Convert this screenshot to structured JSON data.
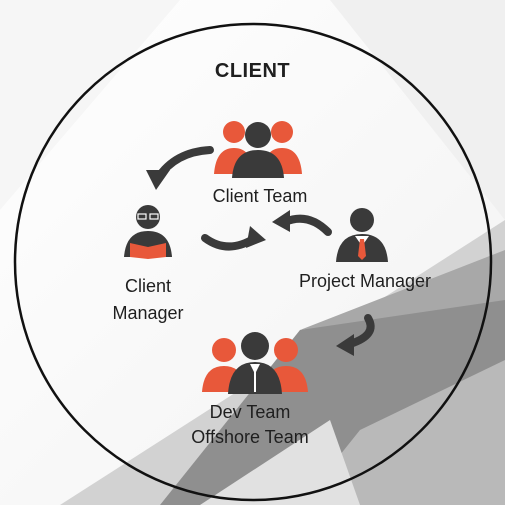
{
  "title": "CLIENT",
  "nodes": {
    "client_team": {
      "label": "Client Team",
      "icon": "client-team-group-icon"
    },
    "client_manager": {
      "label_line1": "Client",
      "label_line2": "Manager",
      "icon": "reading-person-icon"
    },
    "project_manager": {
      "label": "Project Manager",
      "icon": "businessman-icon"
    },
    "dev_team": {
      "label_line1": "Dev Team",
      "label_line2": "Offshore Team",
      "icon": "dev-team-group-icon"
    }
  },
  "colors": {
    "accent": "#e8583a",
    "dark": "#3a3a3a",
    "circle_stroke": "#111111"
  }
}
